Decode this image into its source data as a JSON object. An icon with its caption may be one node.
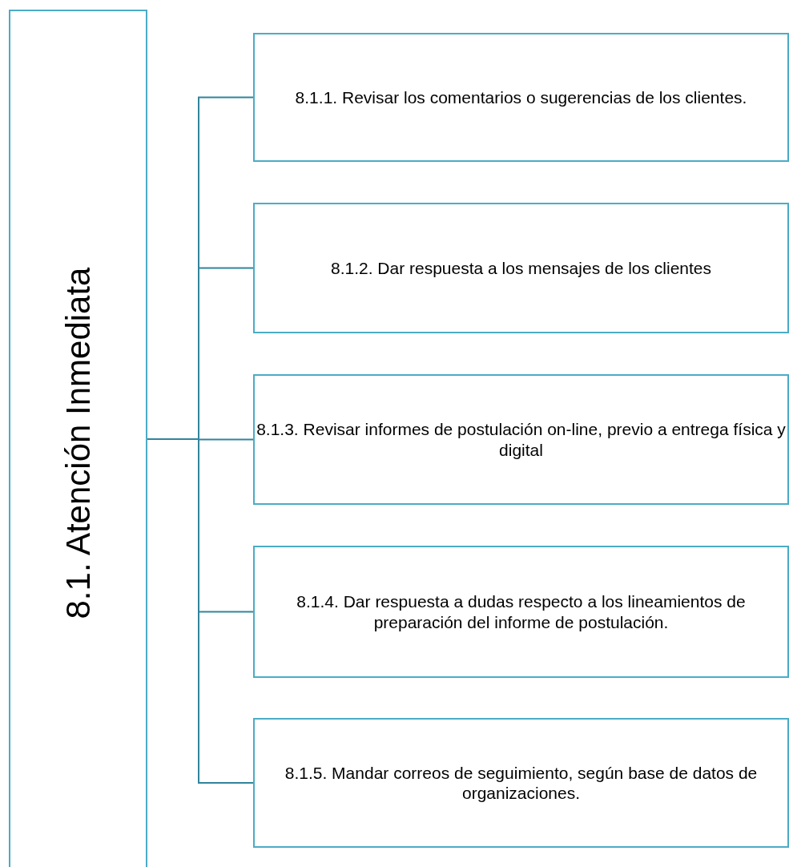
{
  "diagram": {
    "nodes": [
      {
        "text": [
          "8.1. Atención Inmediata"
        ]
      },
      {
        "text": [
          "8.1.1. Revisar los comentarios o sugerencias de los clientes."
        ]
      },
      {
        "text": [
          "8.1.2. Dar respuesta a los mensajes de los clientes"
        ]
      },
      {
        "text": [
          "8.1.3. Revisar informes de postulación on-line, previo a entrega física y digital"
        ]
      },
      {
        "text": [
          "8.1.4. Dar respuesta a dudas respecto a los lineamientos de preparación del informe de postulación."
        ]
      },
      {
        "text": [
          "8.1.5. Mandar correos de seguimiento, según base de datos de organizaciones."
        ]
      }
    ],
    "edges": [
      {
        "from": 0,
        "to": 1,
        "arrow": "none"
      },
      {
        "from": 0,
        "to": 2,
        "arrow": "none"
      },
      {
        "from": 0,
        "to": 3,
        "arrow": "none"
      },
      {
        "from": 0,
        "to": 4,
        "arrow": "none"
      },
      {
        "from": 0,
        "to": 5,
        "arrow": "none"
      }
    ]
  }
}
